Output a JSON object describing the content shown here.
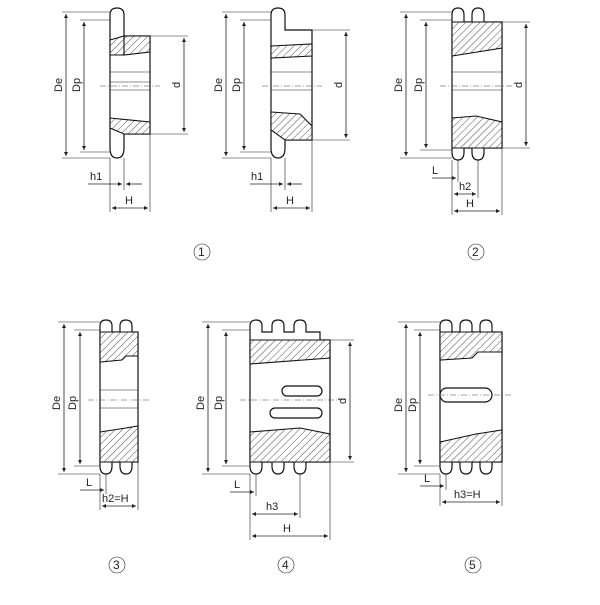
{
  "labels": {
    "De": "De",
    "Dp": "Dp",
    "d": "d",
    "h1": "h1",
    "h2": "h2",
    "h3": "h3",
    "H": "H",
    "L": "L",
    "h2eqH": "h2=H",
    "h3eqH": "h3=H"
  },
  "figures": [
    {
      "number": "1"
    },
    {
      "number": "2"
    },
    {
      "number": "3"
    },
    {
      "number": "4"
    },
    {
      "number": "5"
    }
  ]
}
